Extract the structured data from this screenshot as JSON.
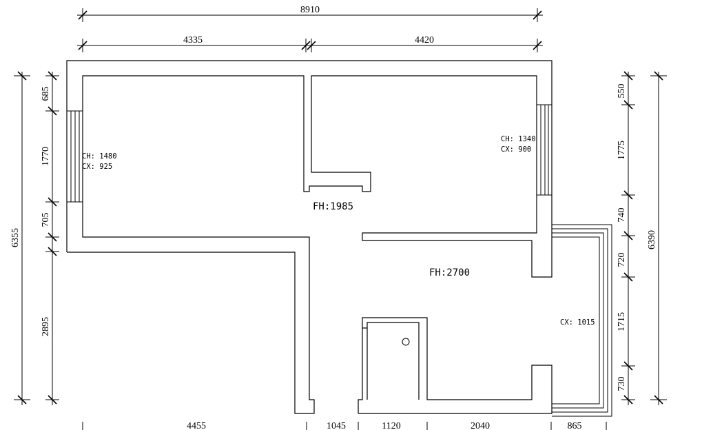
{
  "dimensions": {
    "top_total": "8910",
    "top_left": "4335",
    "top_right": "4420",
    "left_overall": "6355",
    "left_segments": [
      "685",
      "1770",
      "705",
      "2895"
    ],
    "right_overall": "6390",
    "right_segments": [
      "550",
      "1775",
      "740",
      "720",
      "1715",
      "730"
    ],
    "bottom_segments": [
      "4455",
      "1045",
      "1120",
      "2040",
      "865"
    ]
  },
  "annotations": {
    "window_left_ch": "CH: 1480",
    "window_left_cx": "CX: 925",
    "window_right_ch": "CH: 1340",
    "window_right_cx": "CX: 900",
    "balcony_cx": "CX: 1015",
    "floor_height_upper": "FH:1985",
    "floor_height_lower": "FH:2700"
  }
}
